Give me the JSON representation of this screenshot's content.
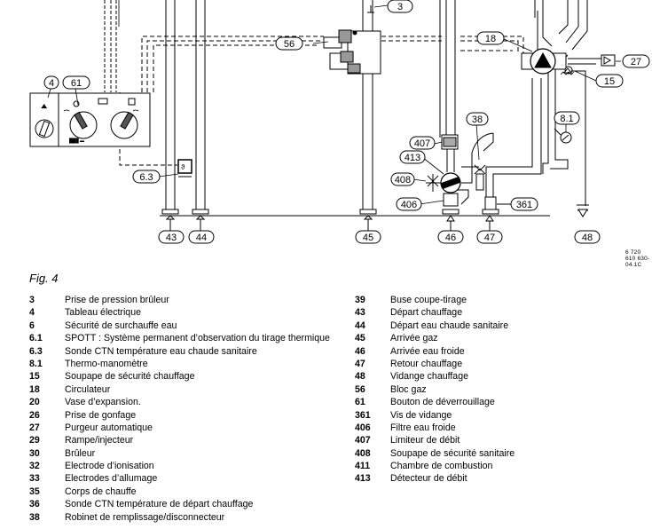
{
  "figure": {
    "caption": "Fig. 4",
    "reference": "6 720 610 630-04.1C"
  },
  "callouts": [
    "3",
    "56",
    "18",
    "27",
    "15",
    "4",
    "61",
    "38",
    "8.1",
    "407",
    "413",
    "408",
    "6.3",
    "406",
    "361",
    "43",
    "44",
    "45",
    "46",
    "47",
    "48"
  ],
  "legend_left": [
    {
      "num": "3",
      "text": "Prise de pression brûleur"
    },
    {
      "num": "4",
      "text": "Tableau électrique"
    },
    {
      "num": "6",
      "text": "Sécurité de surchauffe eau"
    },
    {
      "num": "6.1",
      "text": "SPOTT : Système permanent d’observation du tirage thermique"
    },
    {
      "num": "6.3",
      "text": "Sonde CTN température eau chaude sanitaire"
    },
    {
      "num": "8.1",
      "text": "Thermo-manomètre"
    },
    {
      "num": "15",
      "text": "Soupape de sécurité chauffage"
    },
    {
      "num": "18",
      "text": "Circulateur"
    },
    {
      "num": "20",
      "text": "Vase d’expansion."
    },
    {
      "num": "26",
      "text": "Prise de gonfage"
    },
    {
      "num": "27",
      "text": "Purgeur automatique"
    },
    {
      "num": "29",
      "text": "Rampe/injecteur"
    },
    {
      "num": "30",
      "text": "Brûleur"
    },
    {
      "num": "32",
      "text": "Electrode d’ionisation"
    },
    {
      "num": "33",
      "text": "Electrodes d’allumage"
    },
    {
      "num": "35",
      "text": "Corps de chauffe"
    },
    {
      "num": "36",
      "text": "Sonde CTN température de départ chauffage"
    },
    {
      "num": "38",
      "text": "Robinet de remplissage/disconnecteur"
    }
  ],
  "legend_right": [
    {
      "num": "39",
      "text": "Buse coupe-tirage"
    },
    {
      "num": "43",
      "text": "Départ chauffage"
    },
    {
      "num": "44",
      "text": "Départ eau chaude sanitaire"
    },
    {
      "num": "45",
      "text": "Arrivée gaz"
    },
    {
      "num": "46",
      "text": "Arrivée eau froide"
    },
    {
      "num": "47",
      "text": "Retour chauffage"
    },
    {
      "num": "48",
      "text": "Vidange chauffage"
    },
    {
      "num": "56",
      "text": "Bloc gaz"
    },
    {
      "num": "61",
      "text": "Bouton de déverrouillage"
    },
    {
      "num": "361",
      "text": "Vis de vidange"
    },
    {
      "num": "406",
      "text": "Filtre eau froide"
    },
    {
      "num": "407",
      "text": "Limiteur de débit"
    },
    {
      "num": "408",
      "text": "Soupape de sécurité sanitaire"
    },
    {
      "num": "411",
      "text": "Chambre de combustion"
    },
    {
      "num": "413",
      "text": "Détecteur de débit"
    }
  ]
}
